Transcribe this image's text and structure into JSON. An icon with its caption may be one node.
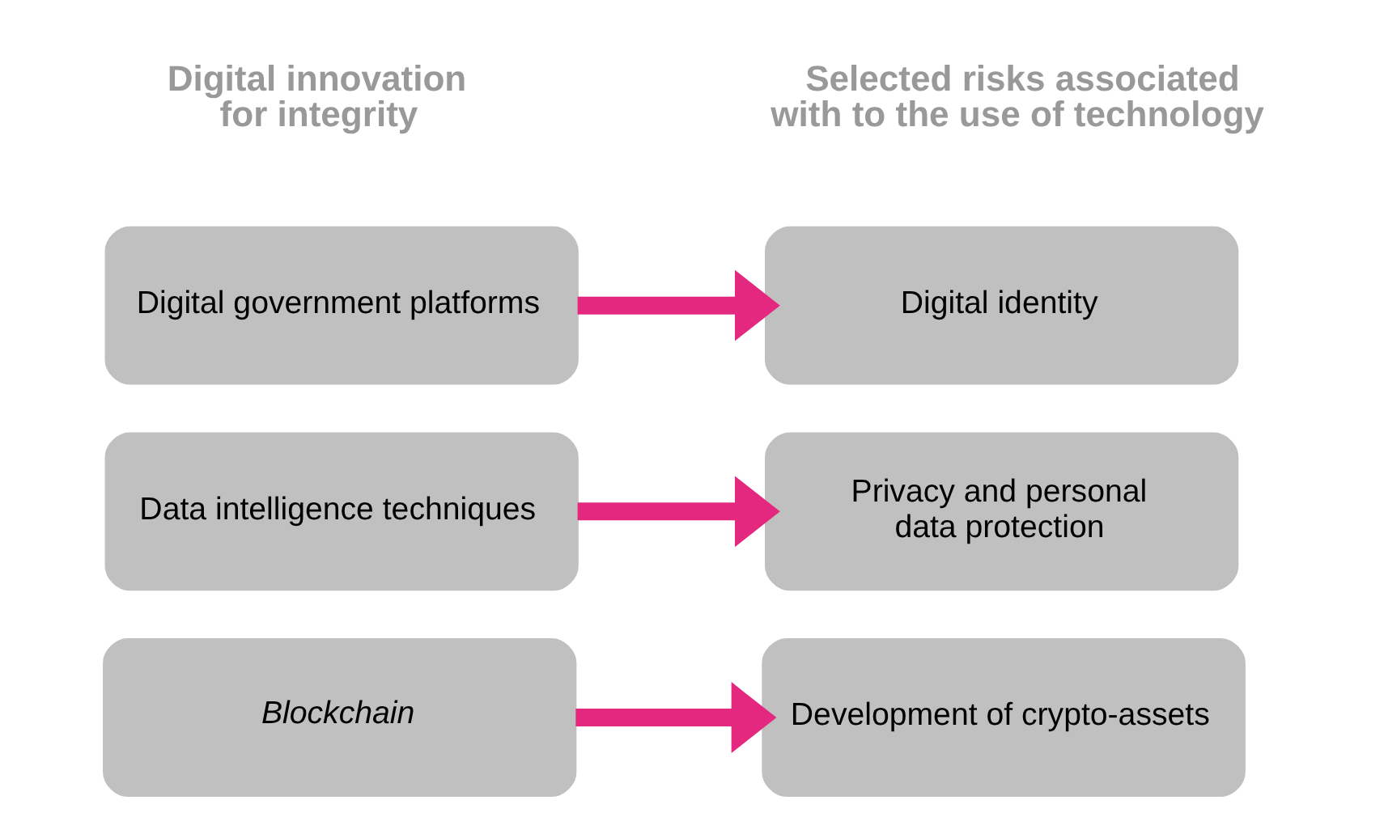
{
  "diagram": {
    "nodes": [
      {
        "text": [
          "Digital government platforms"
        ]
      },
      {
        "text": [
          "Digital identity"
        ]
      },
      {
        "text": [
          "Data intelligence techniques"
        ]
      },
      {
        "text": [
          "Privacy and personal data protection"
        ]
      },
      {
        "text": [
          "Blockchain"
        ]
      },
      {
        "text": [
          "Development of crypto-assets"
        ]
      }
    ],
    "edges": [
      {
        "from": 0,
        "to": 1,
        "arrow": "to",
        "color": "#e5287f"
      },
      {
        "from": 2,
        "to": 3,
        "arrow": "to",
        "color": "#e5287f"
      },
      {
        "from": 4,
        "to": 5,
        "arrow": "to",
        "color": "#e5287f"
      }
    ],
    "labels": [
      "Digital innovation for integrity",
      "Selected risks associated with to the use of technology"
    ]
  }
}
